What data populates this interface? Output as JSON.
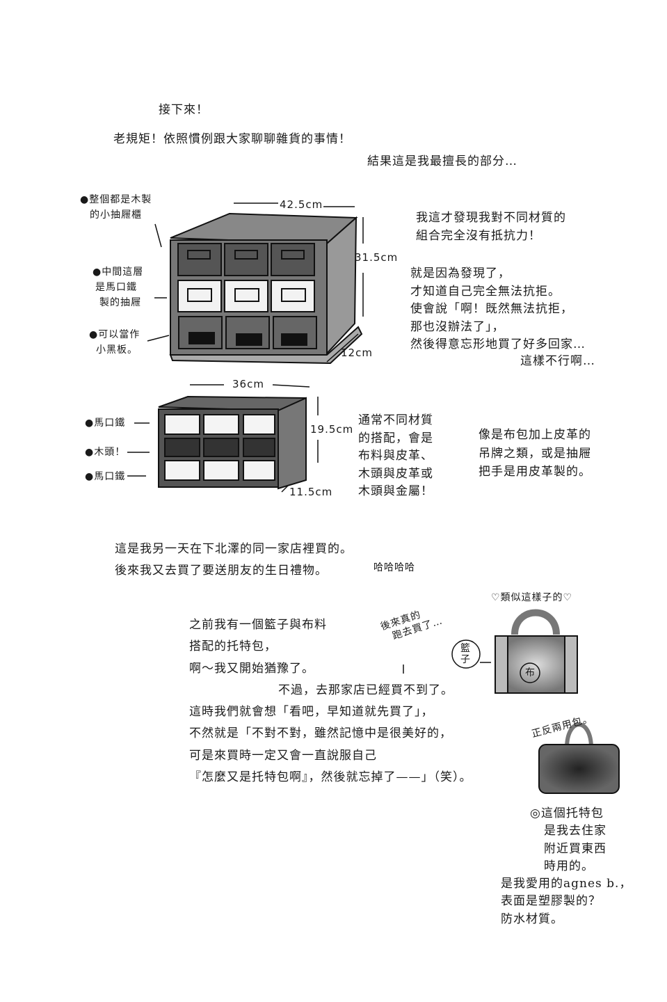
{
  "intro": {
    "line1": "接下來！",
    "line2": "老規矩！依照慣例跟大家聊聊雜貨的事情！",
    "line3": "結果這是我最擅長的部分…"
  },
  "cabinet1": {
    "label_wood": [
      "●整個都是木製",
      "的小抽屜櫃"
    ],
    "label_tin": [
      "●中間這層",
      "是馬口鐵",
      "製的抽屜"
    ],
    "label_board": [
      "●可以當作",
      "小黑板。"
    ],
    "width": "42.5cm",
    "height": "31.5cm",
    "depth": "12cm"
  },
  "commentary1": {
    "lines_a": [
      "我這才發現我對不同材質的",
      "組合完全沒有抵抗力！"
    ],
    "lines_b": [
      "就是因為發現了，",
      "才知道自己完全無法抗拒。",
      "使會說「啊！既然無法抗拒，",
      "那也沒辦法了」，",
      "然後得意忘形地買了好多回家…"
    ],
    "line_c": "這樣不行啊…"
  },
  "cabinet2": {
    "labels": [
      "●馬口鐵",
      "●木頭！",
      "●馬口鐵"
    ],
    "width": "36cm",
    "height": "19.5cm",
    "depth": "11.5cm"
  },
  "commentary2": {
    "lines_a": [
      "通常不同材質",
      "的搭配，會是",
      "布料與皮革、",
      "木頭與皮革或",
      "木頭與金屬！"
    ],
    "lines_b": [
      "像是布包加上皮革的",
      "吊牌之類，或是抽屜",
      "把手是用皮革製的。"
    ]
  },
  "story": {
    "line1": "這是我另一天在下北澤的同一家店裡買的。",
    "line2": "後來我又去買了要送朋友的生日禮物。",
    "laugh": "哈哈哈哈",
    "paragraph": [
      "之前我有一個籃子與布料",
      "搭配的托特包，",
      "啊～我又開始猶豫了。",
      "不過，去那家店已經買不到了。",
      "這時我們就會想「看吧，早知道就先買了」，",
      "不然就是「不對不對，雖然記憶中是很美好的，",
      "可是來買時一定又會一直說服自己",
      "『怎麼又是托特包啊』，然後就忘掉了——」（笑）。"
    ]
  },
  "bags": {
    "similar": "♡類似這樣子的♡",
    "went_to_buy": [
      "後來真的",
      "跑去買了…"
    ],
    "basket": "籃子",
    "cloth": "布",
    "reversible": "正反兩用包。",
    "caption": [
      "◎這個托特包",
      "是我去住家",
      "附近買東西",
      "時用的。",
      "是我愛用的agnes b.，",
      "表面是塑膠製的？",
      "防水材質。"
    ]
  }
}
